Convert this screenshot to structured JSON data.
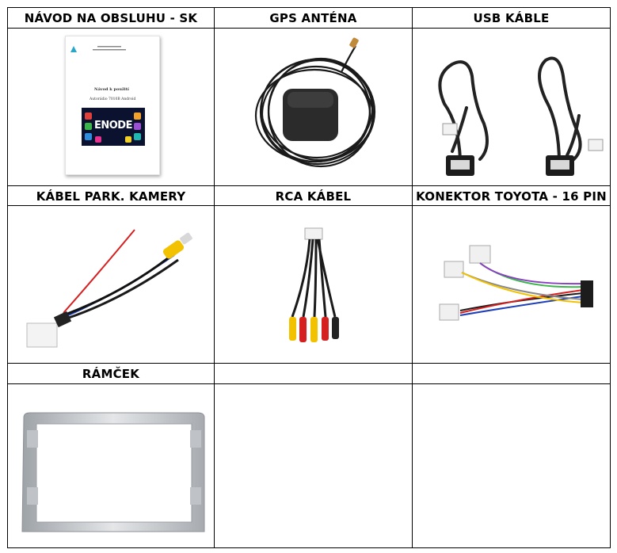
{
  "table": {
    "headers": [
      "NÁVOD NA OBSLUHU - SK",
      "GPS ANTÉNA",
      "USB KÁBLE",
      "KÁBEL PARK. KAMERY",
      "RCA KÁBEL",
      "KONEKTOR TOYOTA - 16 PIN",
      "RÁMČEK",
      "",
      ""
    ]
  },
  "manual": {
    "title": "Návod k použití",
    "subtitle": "Autorádio 7010B Android",
    "screen_brand": "ENODE"
  },
  "colors": {
    "border": "#000000",
    "cable": "#1a1a1a",
    "rca_yellow": "#f2c200",
    "rca_red": "#d62020",
    "rca_white": "#f4f4f4",
    "frame_silver": "#c9ccd0"
  }
}
